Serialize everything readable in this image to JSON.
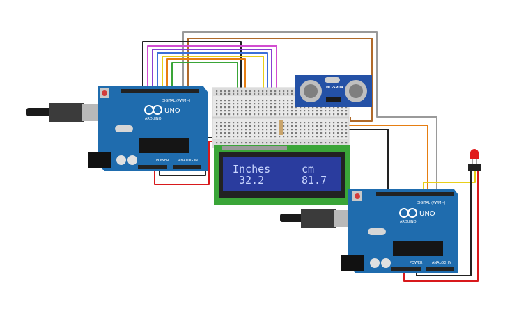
{
  "lcd": {
    "line1_left": "Inches",
    "line1_right": "cm",
    "line2_left": "32.2",
    "line2_right": "81.7",
    "backlight_color": "#2a3c9e"
  },
  "arduino": {
    "model": "UNO",
    "brand": "ARDUINO",
    "digital_label": "DIGITAL (PWM~)",
    "power_label": "POWER",
    "analog_label": "ANALOG IN",
    "board_color": "#1f6cae"
  },
  "sensor": {
    "model": "HC-SR04",
    "board_color": "#2451a6"
  },
  "colors": {
    "wire_black": "#222222",
    "wire_red": "#d8191c",
    "wire_orange": "#e67e12",
    "wire_yellow": "#e8cf1a",
    "wire_green": "#3aa538",
    "wire_blue": "#3b6fd8",
    "wire_purple": "#8a3fd1",
    "wire_pink": "#d24dd0",
    "wire_gray": "#9a9a9a",
    "wire_brown": "#8b5a2b",
    "led": "#e01b1b"
  }
}
